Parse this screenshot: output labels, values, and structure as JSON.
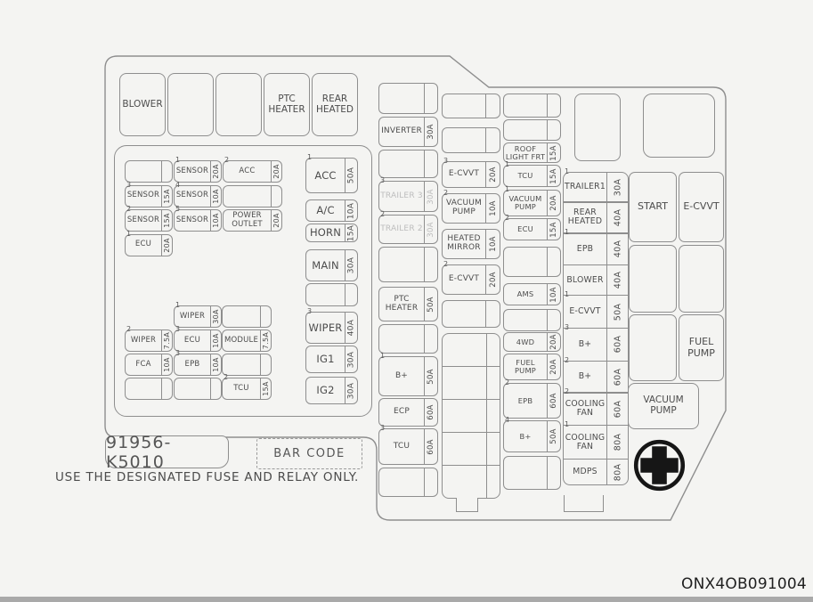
{
  "page": {
    "figure_code": "ONX4OB091004"
  },
  "footer": {
    "part_number": "91956-K5010",
    "barcode": "BAR CODE",
    "warning": "USE THE DESIGNATED FUSE AND RELAY ONLY."
  },
  "colors": {
    "line": "#8e8e8e",
    "text": "#4c4c4c",
    "muted": "#bdbdbd",
    "symbol": "#1a1a1a"
  },
  "top_relays": [
    "BLOWER",
    "",
    "",
    "PTC HEATER",
    "REAR HEATED"
  ],
  "group1": {
    "rows": [
      [
        {
          "label": "",
          "amp": ""
        },
        {
          "label": "SENSOR",
          "amp": "20A",
          "sup": "1"
        },
        {
          "label": "ACC",
          "amp": "20A",
          "sup": "2"
        }
      ],
      [
        {
          "label": "SENSOR",
          "amp": "15A",
          "sup": "3"
        },
        {
          "label": "SENSOR",
          "amp": "10A",
          "sup": "4"
        },
        {
          "label": "",
          "amp": ""
        }
      ],
      [
        {
          "label": "SENSOR",
          "amp": "15A",
          "sup": "2"
        },
        {
          "label": "SENSOR",
          "amp": "10A",
          "sup": "5"
        },
        {
          "label": "POWER OUTLET",
          "amp": "20A"
        }
      ],
      [
        {
          "label": "ECU",
          "amp": "20A",
          "sup": "1"
        },
        null,
        null
      ]
    ]
  },
  "group2": {
    "rows": [
      [
        null,
        {
          "label": "WIPER",
          "amp": "30A",
          "sup": "1"
        },
        {
          "label": "",
          "amp": ""
        }
      ],
      [
        {
          "label": "WIPER",
          "amp": "7.5A",
          "sup": "2"
        },
        {
          "label": "ECU",
          "amp": "10A",
          "sup": "3"
        },
        {
          "label": "MODULE",
          "amp": "7.5A"
        }
      ],
      [
        {
          "label": "FCA",
          "amp": "10A"
        },
        {
          "label": "EPB",
          "amp": "10A",
          "sup": "3"
        },
        {
          "label": "",
          "amp": ""
        }
      ],
      [
        {
          "label": "",
          "amp": ""
        },
        {
          "label": "",
          "amp": ""
        },
        {
          "label": "TCU",
          "amp": "15A",
          "sup": "2"
        }
      ]
    ]
  },
  "col_main": [
    {
      "label": "ACC",
      "amp": "50A",
      "sup": "1"
    },
    {
      "label": "A/C",
      "amp": "10A"
    },
    {
      "label": "HORN",
      "amp": "15A"
    },
    {
      "label": "MAIN",
      "amp": "30A"
    },
    {
      "label": "",
      "amp": ""
    },
    {
      "label": "WIPER",
      "amp": "40A",
      "sup": "3"
    },
    {
      "label": "IG1",
      "amp": "30A"
    },
    {
      "label": "IG2",
      "amp": "30A"
    }
  ],
  "col_inverter": [
    {
      "label": "",
      "amp": ""
    },
    {
      "label": "INVERTER",
      "amp": "30A"
    },
    {
      "label": "",
      "amp": ""
    },
    {
      "label": "TRAILER 3",
      "amp": "30A",
      "sup": "3",
      "muted": true
    },
    {
      "label": "TRAILER 2",
      "amp": "30A",
      "sup": "2",
      "muted": true
    },
    {
      "label": "",
      "amp": ""
    },
    {
      "label": "PTC HEATER",
      "amp": "50A"
    },
    {
      "label": "",
      "amp": ""
    },
    {
      "label": "B+",
      "amp": "50A",
      "sup": "1"
    },
    {
      "label": "ECP",
      "amp": "60A"
    },
    {
      "label": "TCU",
      "amp": "60A",
      "sup": "3"
    },
    {
      "label": "",
      "amp": ""
    }
  ],
  "col_ecvvt": [
    {
      "label": "",
      "amp": ""
    },
    {
      "label": "",
      "amp": ""
    },
    {
      "label": "E-CVVT",
      "amp": "20A",
      "sup": "3"
    },
    {
      "label": "VACUUM PUMP",
      "amp": "10A",
      "sup": "2"
    },
    {
      "label": "HEATED MIRROR",
      "amp": "10A"
    },
    {
      "label": "E-CVVT",
      "amp": "20A",
      "sup": "2"
    },
    {
      "label": "",
      "amp": ""
    }
  ],
  "col_roof": [
    {
      "label": "",
      "amp": ""
    },
    {
      "label": "",
      "amp": ""
    },
    {
      "label": "ROOF LIGHT FRT",
      "amp": "15A"
    },
    {
      "label": "TCU",
      "amp": "15A",
      "sup": "1"
    },
    {
      "label": "VACUUM PUMP",
      "amp": "20A",
      "sup": "1"
    },
    {
      "label": "ECU",
      "amp": "15A",
      "sup": "2"
    },
    {
      "label": "",
      "amp": ""
    },
    {
      "label": "AMS",
      "amp": "10A"
    },
    {
      "label": "",
      "amp": ""
    },
    {
      "label": "4WD",
      "amp": "20A"
    },
    {
      "label": "FUEL PUMP",
      "amp": "20A"
    },
    {
      "label": "EPB",
      "amp": "60A",
      "sup": "2"
    },
    {
      "label": "B+",
      "amp": "50A",
      "sup": "4"
    },
    {
      "label": "",
      "amp": ""
    }
  ],
  "col_pcb": [
    {
      "label": "TRAILER1",
      "amp": "30A",
      "sup": "1"
    },
    {
      "label": "REAR HEATED",
      "amp": "40A"
    },
    {
      "label": "EPB",
      "amp": "40A",
      "sup": "1"
    },
    {
      "label": "BLOWER",
      "amp": "40A"
    },
    {
      "label": "E-CVVT",
      "amp": "50A",
      "sup": "1"
    },
    {
      "label": "B+",
      "amp": "60A",
      "sup": "3"
    },
    {
      "label": "B+",
      "amp": "60A",
      "sup": "2"
    },
    {
      "label": "COOLING FAN",
      "amp": "60A",
      "sup": "2"
    },
    {
      "label": "COOLING FAN",
      "amp": "80A",
      "sup": "1"
    },
    {
      "label": "MDPS",
      "amp": "80A"
    }
  ],
  "right_block": {
    "grid": [
      [
        "START",
        "E-CVVT"
      ],
      [
        "",
        ""
      ],
      [
        "",
        "FUEL PUMP"
      ]
    ],
    "vacuum_pump": "VACUUM PUMP"
  },
  "symbols": {
    "battery_positive": "+"
  }
}
